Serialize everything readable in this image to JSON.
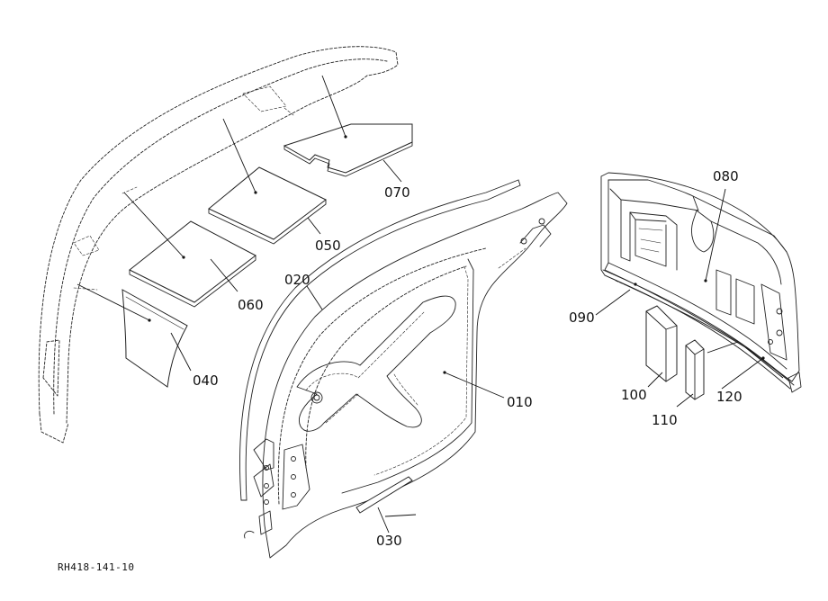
{
  "parts": [
    {
      "id": "010",
      "label": "010"
    },
    {
      "id": "020",
      "label": "020"
    },
    {
      "id": "030",
      "label": "030"
    },
    {
      "id": "040",
      "label": "040"
    },
    {
      "id": "050",
      "label": "050"
    },
    {
      "id": "060",
      "label": "060"
    },
    {
      "id": "070",
      "label": "070"
    },
    {
      "id": "080",
      "label": "080"
    },
    {
      "id": "090",
      "label": "090"
    },
    {
      "id": "100",
      "label": "100"
    },
    {
      "id": "110",
      "label": "110"
    },
    {
      "id": "120",
      "label": "120"
    }
  ],
  "drawing_code": "RH418-141-10",
  "colors": {
    "line": "#222222",
    "background": "#ffffff"
  }
}
